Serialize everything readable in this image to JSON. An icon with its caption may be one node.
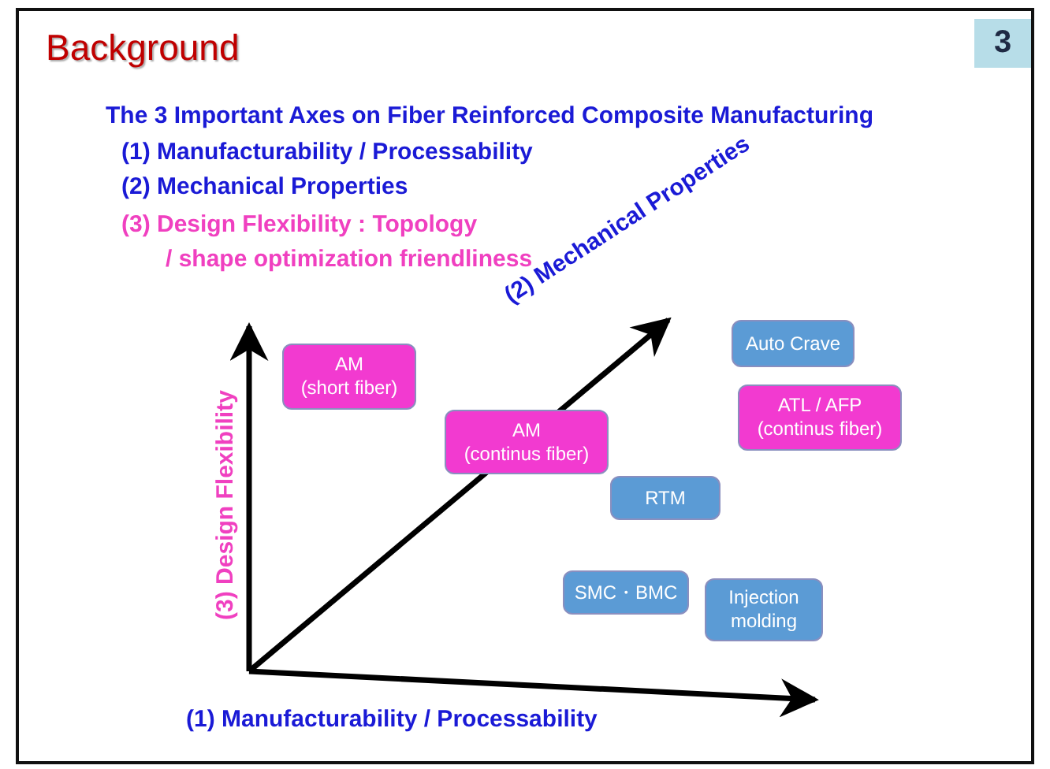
{
  "diagram": {
    "title": "Background",
    "nodes": [
      {
        "text": [
          "AM (short fiber)"
        ]
      },
      {
        "text": [
          "AM (continus fiber)"
        ]
      },
      {
        "text": [
          "Auto Crave"
        ]
      },
      {
        "text": [
          "ATL / AFP (continus fiber)"
        ]
      },
      {
        "text": [
          "RTM"
        ]
      },
      {
        "text": [
          "SMC・BMC"
        ]
      },
      {
        "text": [
          "Injection molding"
        ]
      }
    ],
    "edges": [],
    "labels": [
      "3",
      "The 3 Important Axes on Fiber Reinforced Composite Manufacturing",
      "(1) Manufacturability / Processability",
      "(2) Mechanical Properties",
      "(3) Design Flexibility : Topology / shape optimization friendliness",
      "(2) Mechanical Properties",
      "(3) Design Flexibility",
      "(1) Manufacturability / Processability"
    ]
  }
}
